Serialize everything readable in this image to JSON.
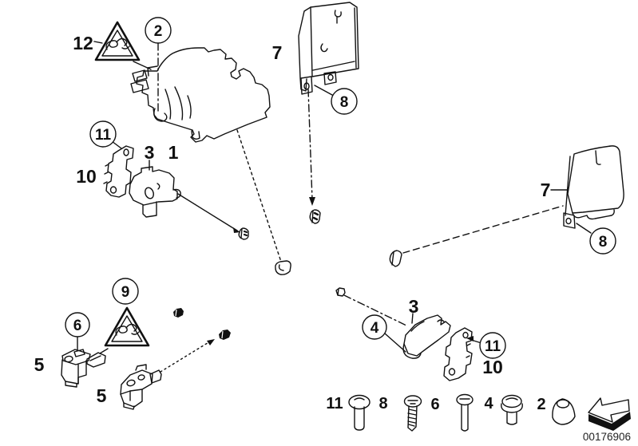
{
  "diagram": {
    "kind": "exploded-parts-diagram",
    "doc_number": "00176906",
    "colors": {
      "background": "#ffffff",
      "line": "#111111"
    },
    "callouts": {
      "plain": [
        {
          "text": "12"
        },
        {
          "text": "7"
        },
        {
          "text": "3"
        },
        {
          "text": "1"
        },
        {
          "text": "10"
        },
        {
          "text": "7"
        },
        {
          "text": "3"
        },
        {
          "text": "10"
        },
        {
          "text": "5"
        },
        {
          "text": "5"
        }
      ],
      "circled": [
        {
          "text": "2"
        },
        {
          "text": "11"
        },
        {
          "text": "8"
        },
        {
          "text": "8"
        },
        {
          "text": "9"
        },
        {
          "text": "6"
        },
        {
          "text": "4"
        },
        {
          "text": "11"
        }
      ]
    },
    "fastener_row": [
      {
        "text": "11"
      },
      {
        "text": "8"
      },
      {
        "text": "6"
      },
      {
        "text": "4"
      },
      {
        "text": "2"
      }
    ],
    "icons": [
      {
        "name": "warning-triangle-icon",
        "count": 2
      },
      {
        "name": "direction-arrow-icon",
        "count": 1
      }
    ]
  }
}
